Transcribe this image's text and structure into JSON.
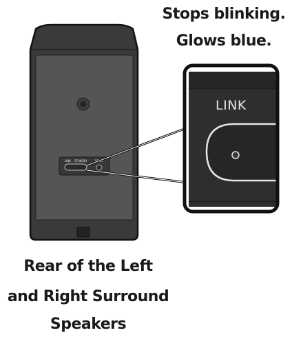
{
  "status": {
    "line1": "Stops blinking.",
    "line2": "Glows blue."
  },
  "speaker": {
    "port_labels": {
      "link": "LINK",
      "standby": "STANDBY",
      "reset": "RESET"
    }
  },
  "zoom": {
    "label": "LINK"
  },
  "caption": {
    "line1": "Rear of the Left",
    "line2": "and Right Surround",
    "line3": "Speakers"
  },
  "colors": {
    "speaker_body": "#3a3a3a",
    "speaker_panel": "#555555",
    "outline": "#111111",
    "zoom_bg": "#2e2e2e"
  }
}
